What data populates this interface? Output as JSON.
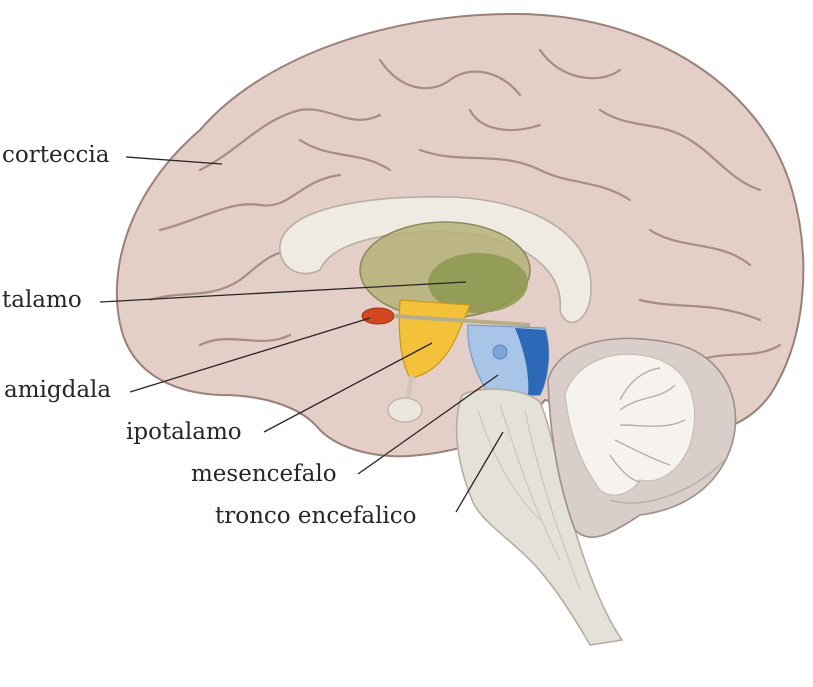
{
  "labels": {
    "cortex": "corteccia",
    "thalamus": "talamo",
    "amygdala": "amigdala",
    "hypothalamus": "ipotalamo",
    "midbrain": "mesencefalo",
    "brainstem": "tronco encefalico"
  },
  "colors": {
    "background": "#ffffff",
    "cortex": "#e3cfc8",
    "cortex_outline": "#9c7f78",
    "sulcus": "#a88c86",
    "corpus_callosum": "#efebe3",
    "thalamus": "#b6b27a",
    "thalamus_core": "#8f9a52",
    "hypothalamus": "#f3c23a",
    "amygdala": "#d2471f",
    "midbrain": "#a8c4e6",
    "midbrain_dark": "#2e69b8",
    "brainstem": "#e4e1d8",
    "cerebellum": "#d9cec9",
    "cerebellum_white": "#f6f3ef",
    "leader_line": "#2a2523",
    "label_text": "#2a2523"
  }
}
